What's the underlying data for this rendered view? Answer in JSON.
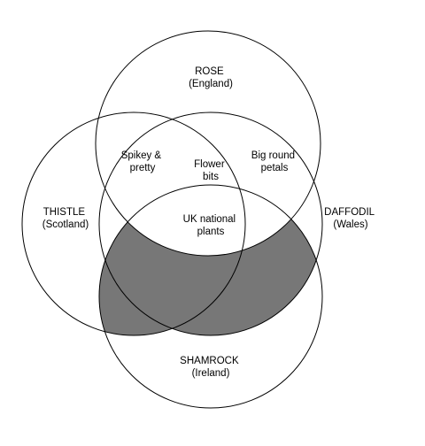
{
  "colors": {
    "shade": "#777777",
    "outline": "#000000",
    "background": "#ffffff"
  },
  "sets": {
    "rose": {
      "line1": "ROSE",
      "line2": "(England)"
    },
    "thistle": {
      "line1": "THISTLE",
      "line2": "(Scotland)"
    },
    "daffodil": {
      "line1": "DAFFODIL",
      "line2": "(Wales)"
    },
    "shamrock": {
      "line1": "SHAMROCK",
      "line2": "(Ireland)"
    }
  },
  "regions": {
    "rose_thistle": {
      "line1": "Spikey &",
      "line2": "pretty"
    },
    "rose_daffodil": {
      "line1": "Big round",
      "line2": "petals"
    },
    "rose_thistle_daffodil": {
      "line1": "Flower",
      "line2": "bits"
    },
    "all": {
      "line1": "UK national",
      "line2": "plants"
    }
  }
}
